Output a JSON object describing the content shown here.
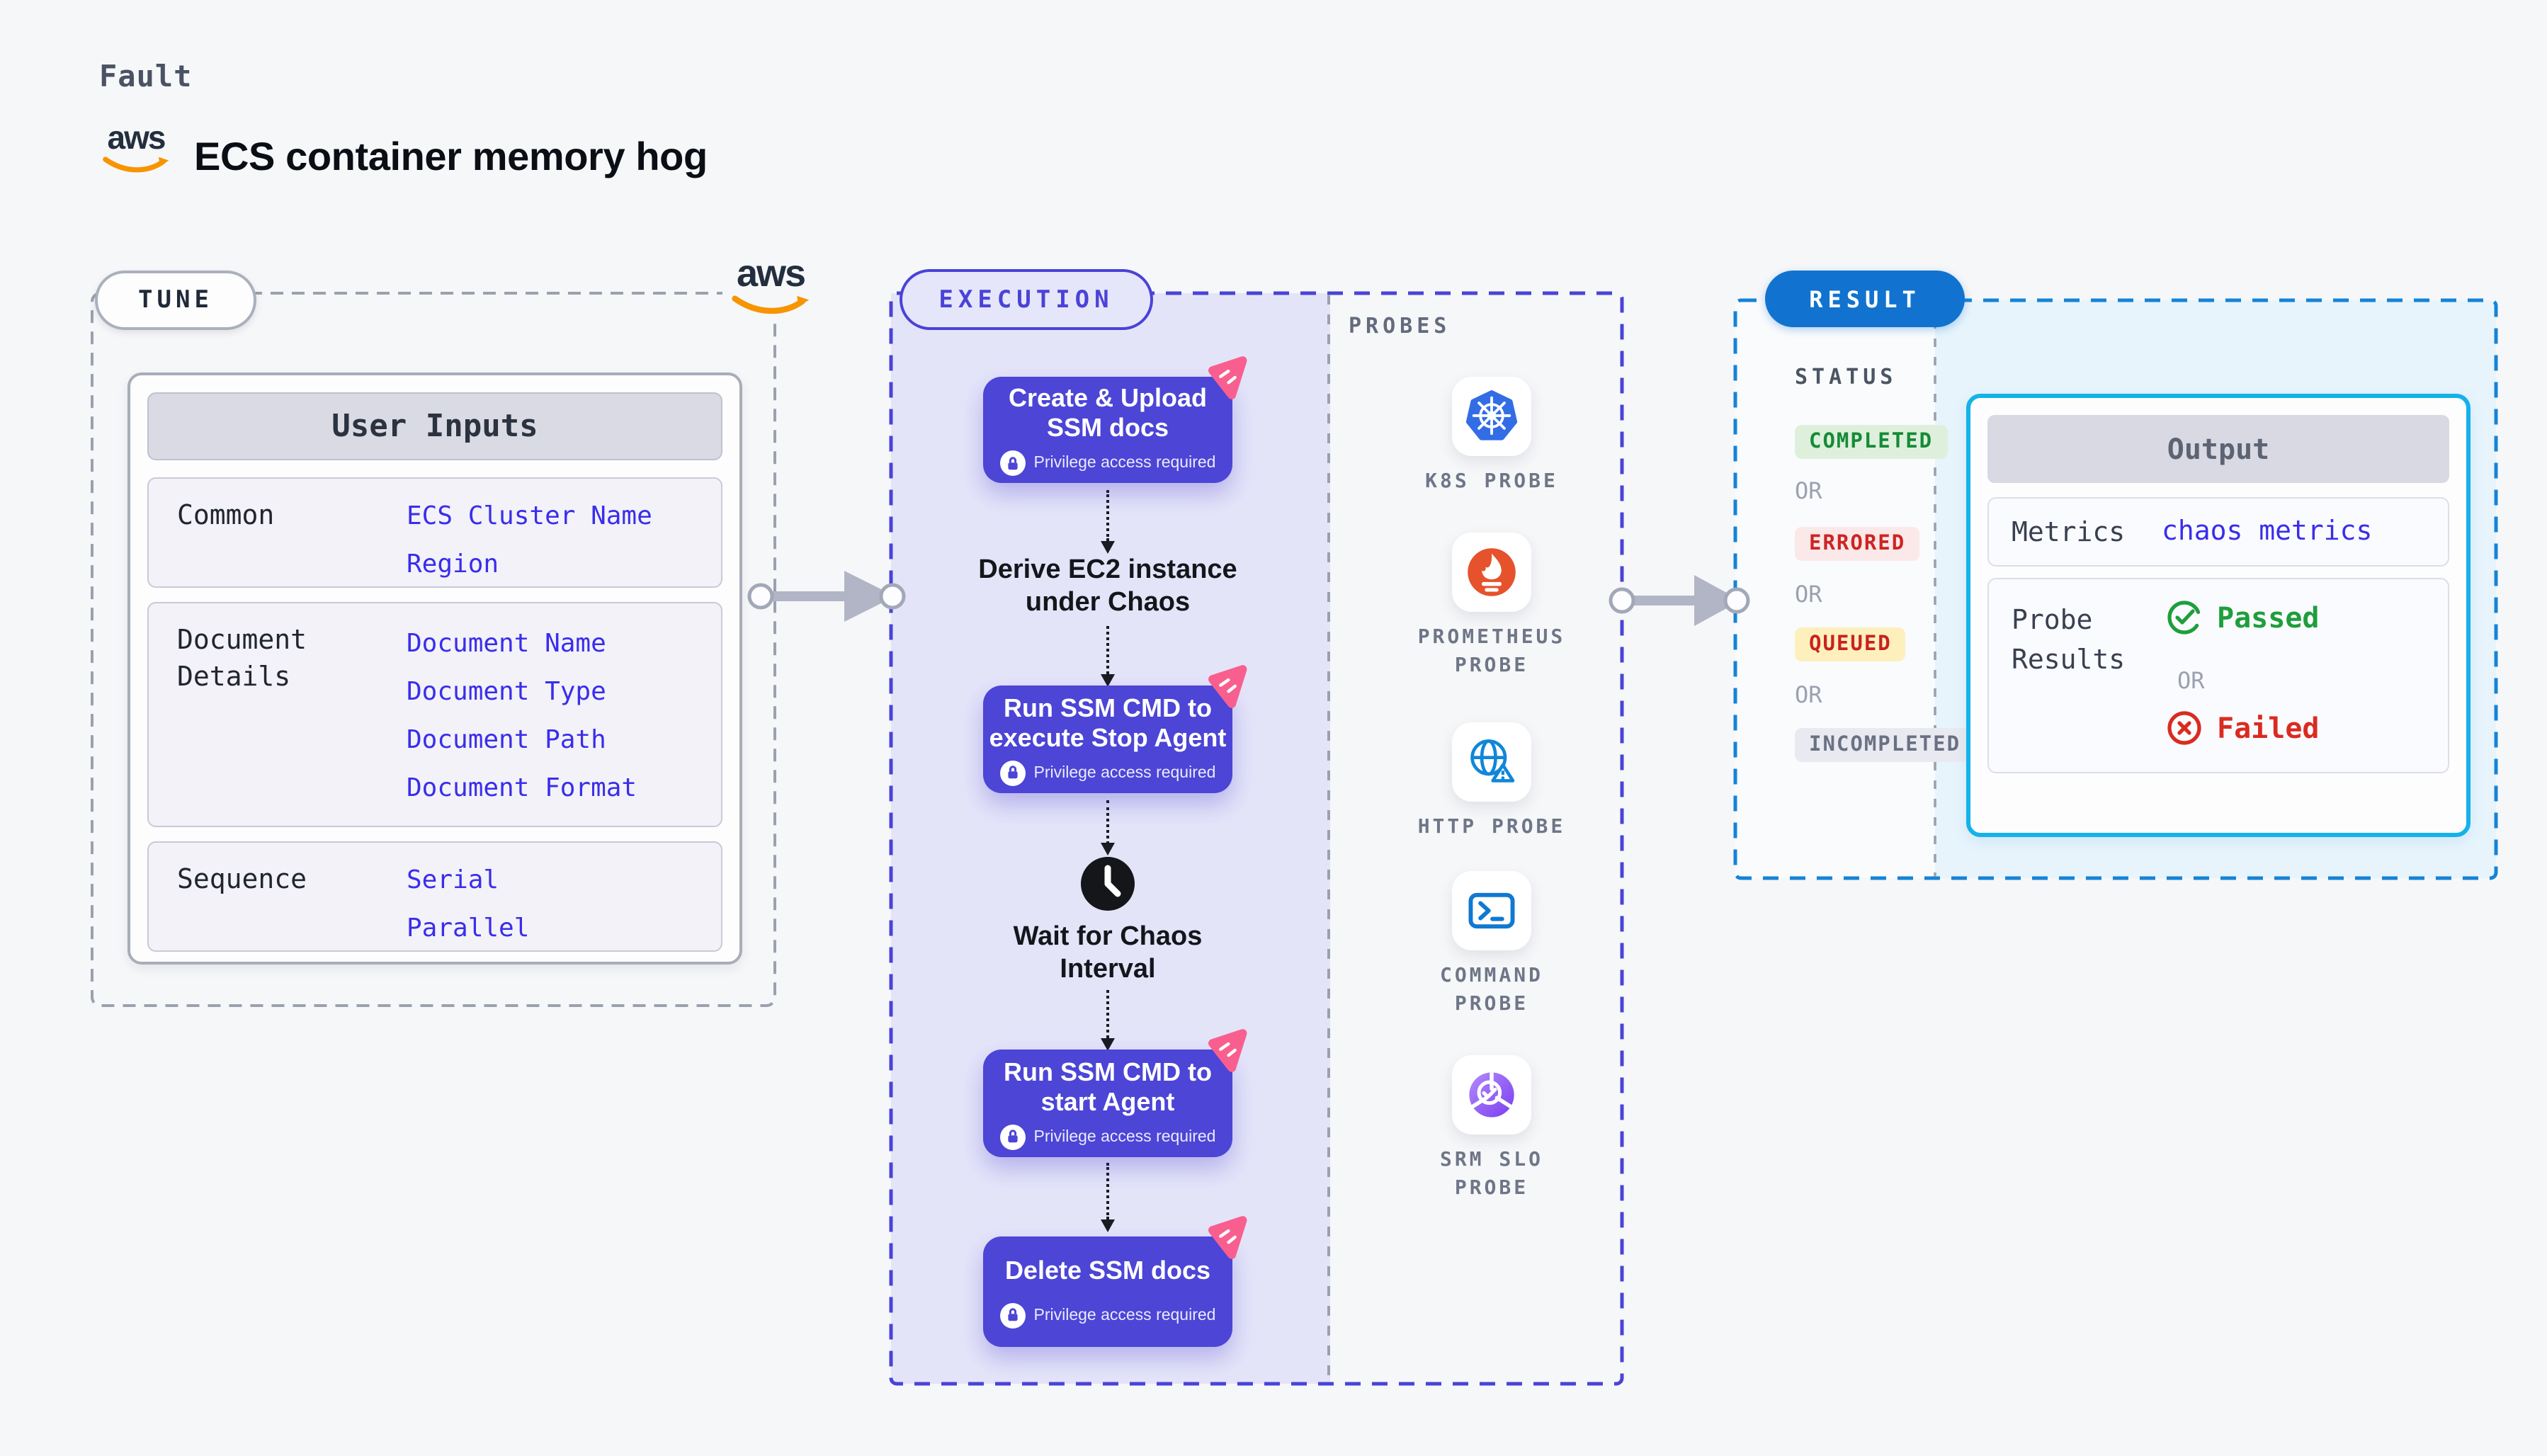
{
  "header": {
    "eyebrow": "Fault",
    "title": "ECS container memory hog",
    "logo_text": "aws"
  },
  "tune": {
    "label": "TUNE",
    "user_inputs": {
      "title": "User Inputs",
      "groups": [
        {
          "label": "Common",
          "values": [
            "ECS Cluster Name",
            "Region"
          ]
        },
        {
          "label": "Document Details",
          "values": [
            "Document Name",
            "Document Type",
            "Document Path",
            "Document Format"
          ]
        },
        {
          "label": "Sequence",
          "values": [
            "Serial",
            "Parallel"
          ]
        }
      ]
    }
  },
  "execution": {
    "label": "EXECUTION",
    "privilege_label": "Privilege access required",
    "nodes": [
      {
        "title": "Create & Upload SSM docs"
      },
      {
        "title": "Run SSM CMD to execute Stop Agent"
      },
      {
        "title": "Run SSM CMD to start Agent"
      },
      {
        "title": "Delete SSM docs"
      }
    ],
    "steps": [
      {
        "text": "Derive EC2 instance under Chaos"
      },
      {
        "text": "Wait for Chaos Interval"
      }
    ]
  },
  "probes": {
    "title": "PROBES",
    "items": [
      {
        "label": "K8S PROBE",
        "icon": "kubernetes-icon"
      },
      {
        "label": "PROMETHEUS PROBE",
        "icon": "prometheus-icon"
      },
      {
        "label": "HTTP PROBE",
        "icon": "http-globe-icon"
      },
      {
        "label": "COMMAND PROBE",
        "icon": "terminal-icon"
      },
      {
        "label": "SRM SLO PROBE",
        "icon": "srm-slo-icon"
      }
    ]
  },
  "result": {
    "label": "RESULT",
    "status": {
      "title": "STATUS",
      "or_label": "OR",
      "badges": [
        {
          "label": "COMPLETED",
          "type": "success"
        },
        {
          "label": "ERRORED",
          "type": "error"
        },
        {
          "label": "QUEUED",
          "type": "warning"
        },
        {
          "label": "INCOMPLETED",
          "type": "neutral"
        }
      ]
    },
    "output": {
      "title": "Output",
      "metrics_label": "Metrics",
      "metrics_value": "chaos metrics",
      "probe_results_label": "Probe Results",
      "passed_label": "Passed",
      "or_label": "OR",
      "failed_label": "Failed"
    }
  },
  "colors": {
    "page_bg": "#f6f7f9",
    "execution_indigo": "#4a43d7",
    "node_indigo": "#4c45d6",
    "execution_panel": "#e4e4f9",
    "result_blue": "#1173cf",
    "result_panel": "#e7f4fc",
    "output_cyan": "#14b2e8",
    "value_blue": "#3a2deb",
    "success_green": "#1f9e3c",
    "error_red": "#da2b20",
    "queued_yellow_bg": "#fdf0bd",
    "chaos_pink": "#f85f8f",
    "aws_orange": "#f79400",
    "arrow_gray": "#b2b5c6"
  }
}
